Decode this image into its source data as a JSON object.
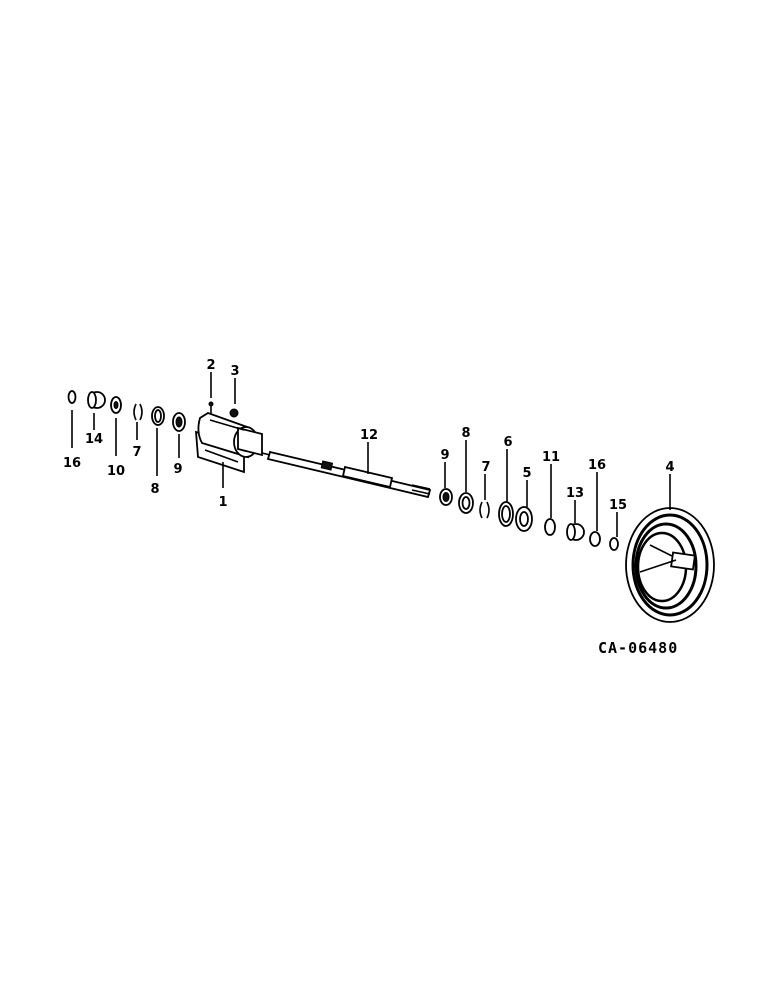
{
  "drawing_code": "CA-06480",
  "callouts": {
    "c16a": "16",
    "c14": "14",
    "c10": "10",
    "c7a": "7",
    "c8a": "8",
    "c9a": "9",
    "c2": "2",
    "c3": "3",
    "c1": "1",
    "c12": "12",
    "c9b": "9",
    "c8b": "8",
    "c7b": "7",
    "c6": "6",
    "c5": "5",
    "c11": "11",
    "c13": "13",
    "c16b": "16",
    "c15": "15",
    "c4": "4"
  }
}
